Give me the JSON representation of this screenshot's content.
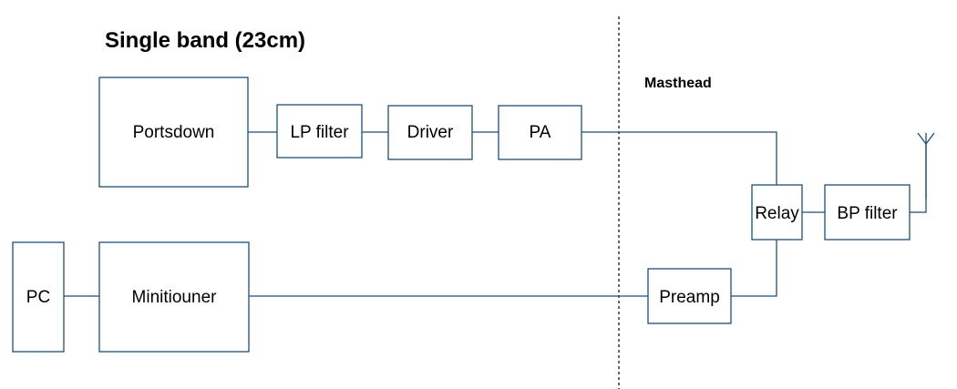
{
  "title": "Single band (23cm)",
  "section_label": "Masthead",
  "blocks": {
    "portsdown": "Portsdown",
    "lp_filter": "LP filter",
    "driver": "Driver",
    "pa": "PA",
    "pc": "PC",
    "minitiouner": "Minitiouner",
    "preamp": "Preamp",
    "relay": "Relay",
    "bp_filter": "BP filter"
  },
  "icons": {
    "antenna": "antenna-icon"
  },
  "colors": {
    "line": "#1f4e79",
    "text": "#000000"
  }
}
